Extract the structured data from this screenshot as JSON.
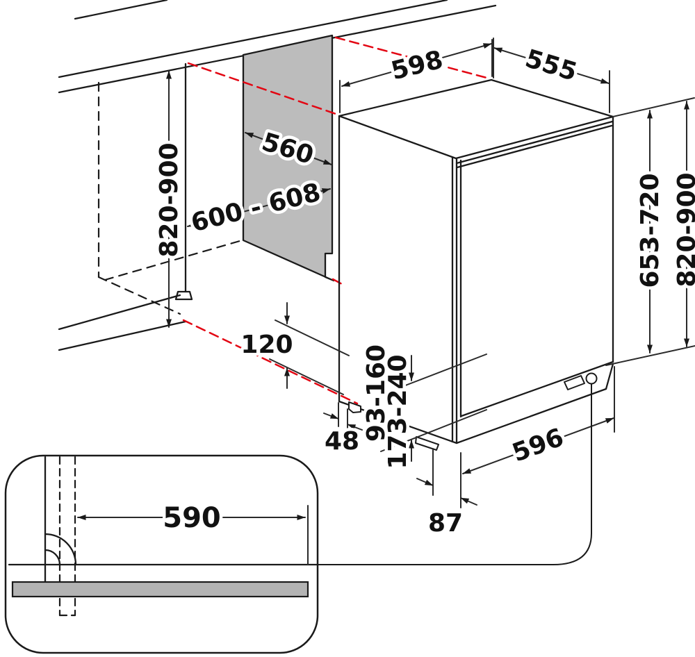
{
  "diagram": {
    "colors": {
      "line": "#1a1a1a",
      "projection_red": "#e30613",
      "side_panel_gray": "#bcbcbc",
      "plinth_gray": "#b3b3b3",
      "background": "#ffffff"
    },
    "dims": {
      "appliance_width": "598",
      "appliance_depth": "555",
      "niche_depth": "560",
      "niche_width": "600 - 608",
      "niche_height_left": "820-900",
      "door_panel_height": "653-720",
      "appliance_height_right": "820-900",
      "plinth_height": "120",
      "foot_setback": "48",
      "base_clearance": "93-160",
      "door_clearance": "173-240",
      "rear_foot_inset": "87",
      "base_depth": "596",
      "plinth_cutout_width": "590"
    }
  }
}
